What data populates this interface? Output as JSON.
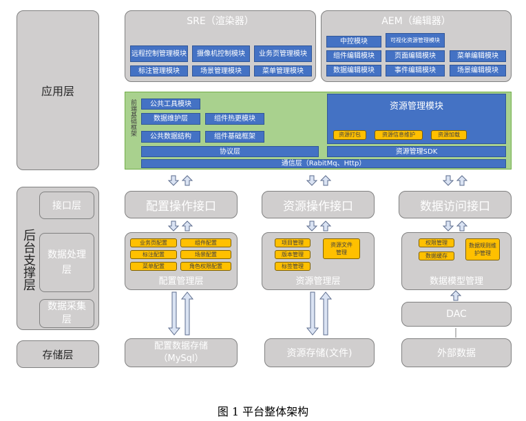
{
  "left_layers": {
    "app": "应用层",
    "backend": "后台支撑层",
    "interface": "接口层",
    "data_proc": "数据处理层",
    "data_collect": "数据采集层",
    "storage": "存储层"
  },
  "sre": {
    "title": "SRE（渲染器）",
    "modules": [
      "远程控制管理模块",
      "摄像机控制模块",
      "业务页管理模块",
      "标注管理模块",
      "场景管理模块",
      "菜单管理模块"
    ]
  },
  "aem": {
    "title": "AEM（编辑器）",
    "modules": [
      "中控模块",
      "可视化资源管理模块",
      "组件编辑模块",
      "页面编辑模块",
      "菜单编辑模块",
      "数据编辑模块",
      "事件编辑模块",
      "场景编辑模块"
    ]
  },
  "frontend": {
    "vertical_label": "前端基础框架",
    "public_tools": "公共工具模块",
    "data_maint": "数据维护层",
    "hot_update": "组件热更模块",
    "public_data": "公共数据结构",
    "comp_framework": "组件基础框架",
    "protocol": "协议层",
    "comm": "通信层（RabitMq、Http）",
    "resource_module": {
      "title": "资源管理模块",
      "items": [
        "资源打包",
        "资源信息维护",
        "资源加载"
      ],
      "sdk": "资源管理SDK"
    }
  },
  "interfaces": [
    "配置操作接口",
    "资源操作接口",
    "数据访问接口"
  ],
  "config_mgmt": {
    "title": "配置管理层",
    "items": [
      "业务页配置",
      "组件配置",
      "标注配置",
      "场景配置",
      "菜单配置",
      "角色权限配置"
    ]
  },
  "resource_mgmt": {
    "title": "资源管理层",
    "items": [
      "项目管理",
      "版本管理",
      "标签管理"
    ],
    "file_mgmt": "资源文件管理"
  },
  "data_model": {
    "title": "数据模型管理",
    "items": [
      "权限管理",
      "数据缓存"
    ],
    "rule_mgmt": "数据规则维护管理"
  },
  "dac": "DAC",
  "storage": {
    "config_store": "配置数据存储（MySql）",
    "resource_store": "资源存储(文件)",
    "external": "外部数据"
  },
  "caption": "图 1  平台整体架构"
}
